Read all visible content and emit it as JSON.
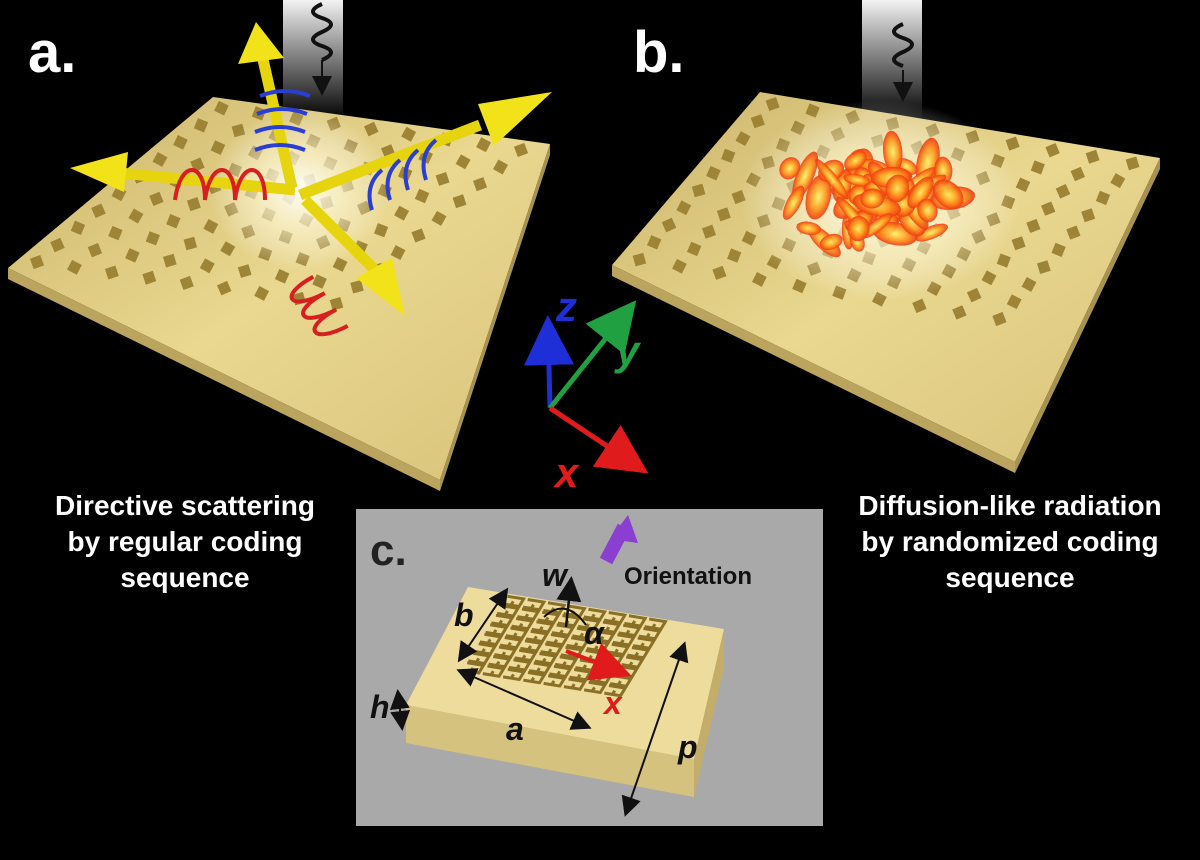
{
  "panels": {
    "a": {
      "letter": "a.",
      "caption": [
        "Directive scattering",
        "by regular coding",
        "sequence"
      ]
    },
    "b": {
      "letter": "b.",
      "caption": [
        "Diffusion-like radiation",
        "by randomized coding",
        "sequence"
      ]
    },
    "c": {
      "letter": "c."
    }
  },
  "axes": {
    "x": "x",
    "y": "y",
    "z": "z"
  },
  "inset": {
    "orientation_label": "Orientation",
    "dims": {
      "w": "w",
      "b": "b",
      "alpha": "α",
      "x": "x",
      "h": "h",
      "a": "a",
      "p": "p"
    }
  },
  "colors": {
    "background": "#000000",
    "plate_top": "#e8d590",
    "plate_side": "#c9b46a",
    "pattern": "#9e8436",
    "inset_bg": "#a9a9a9",
    "arrow_yellow": "#f2e21a",
    "helix_red": "#d81f1f",
    "helix_blue": "#2a3fd1",
    "axis_x": "#e01b1b",
    "axis_y": "#20a040",
    "axis_z": "#1f2fd8",
    "orientation_arrow": "#8a3fd1"
  }
}
